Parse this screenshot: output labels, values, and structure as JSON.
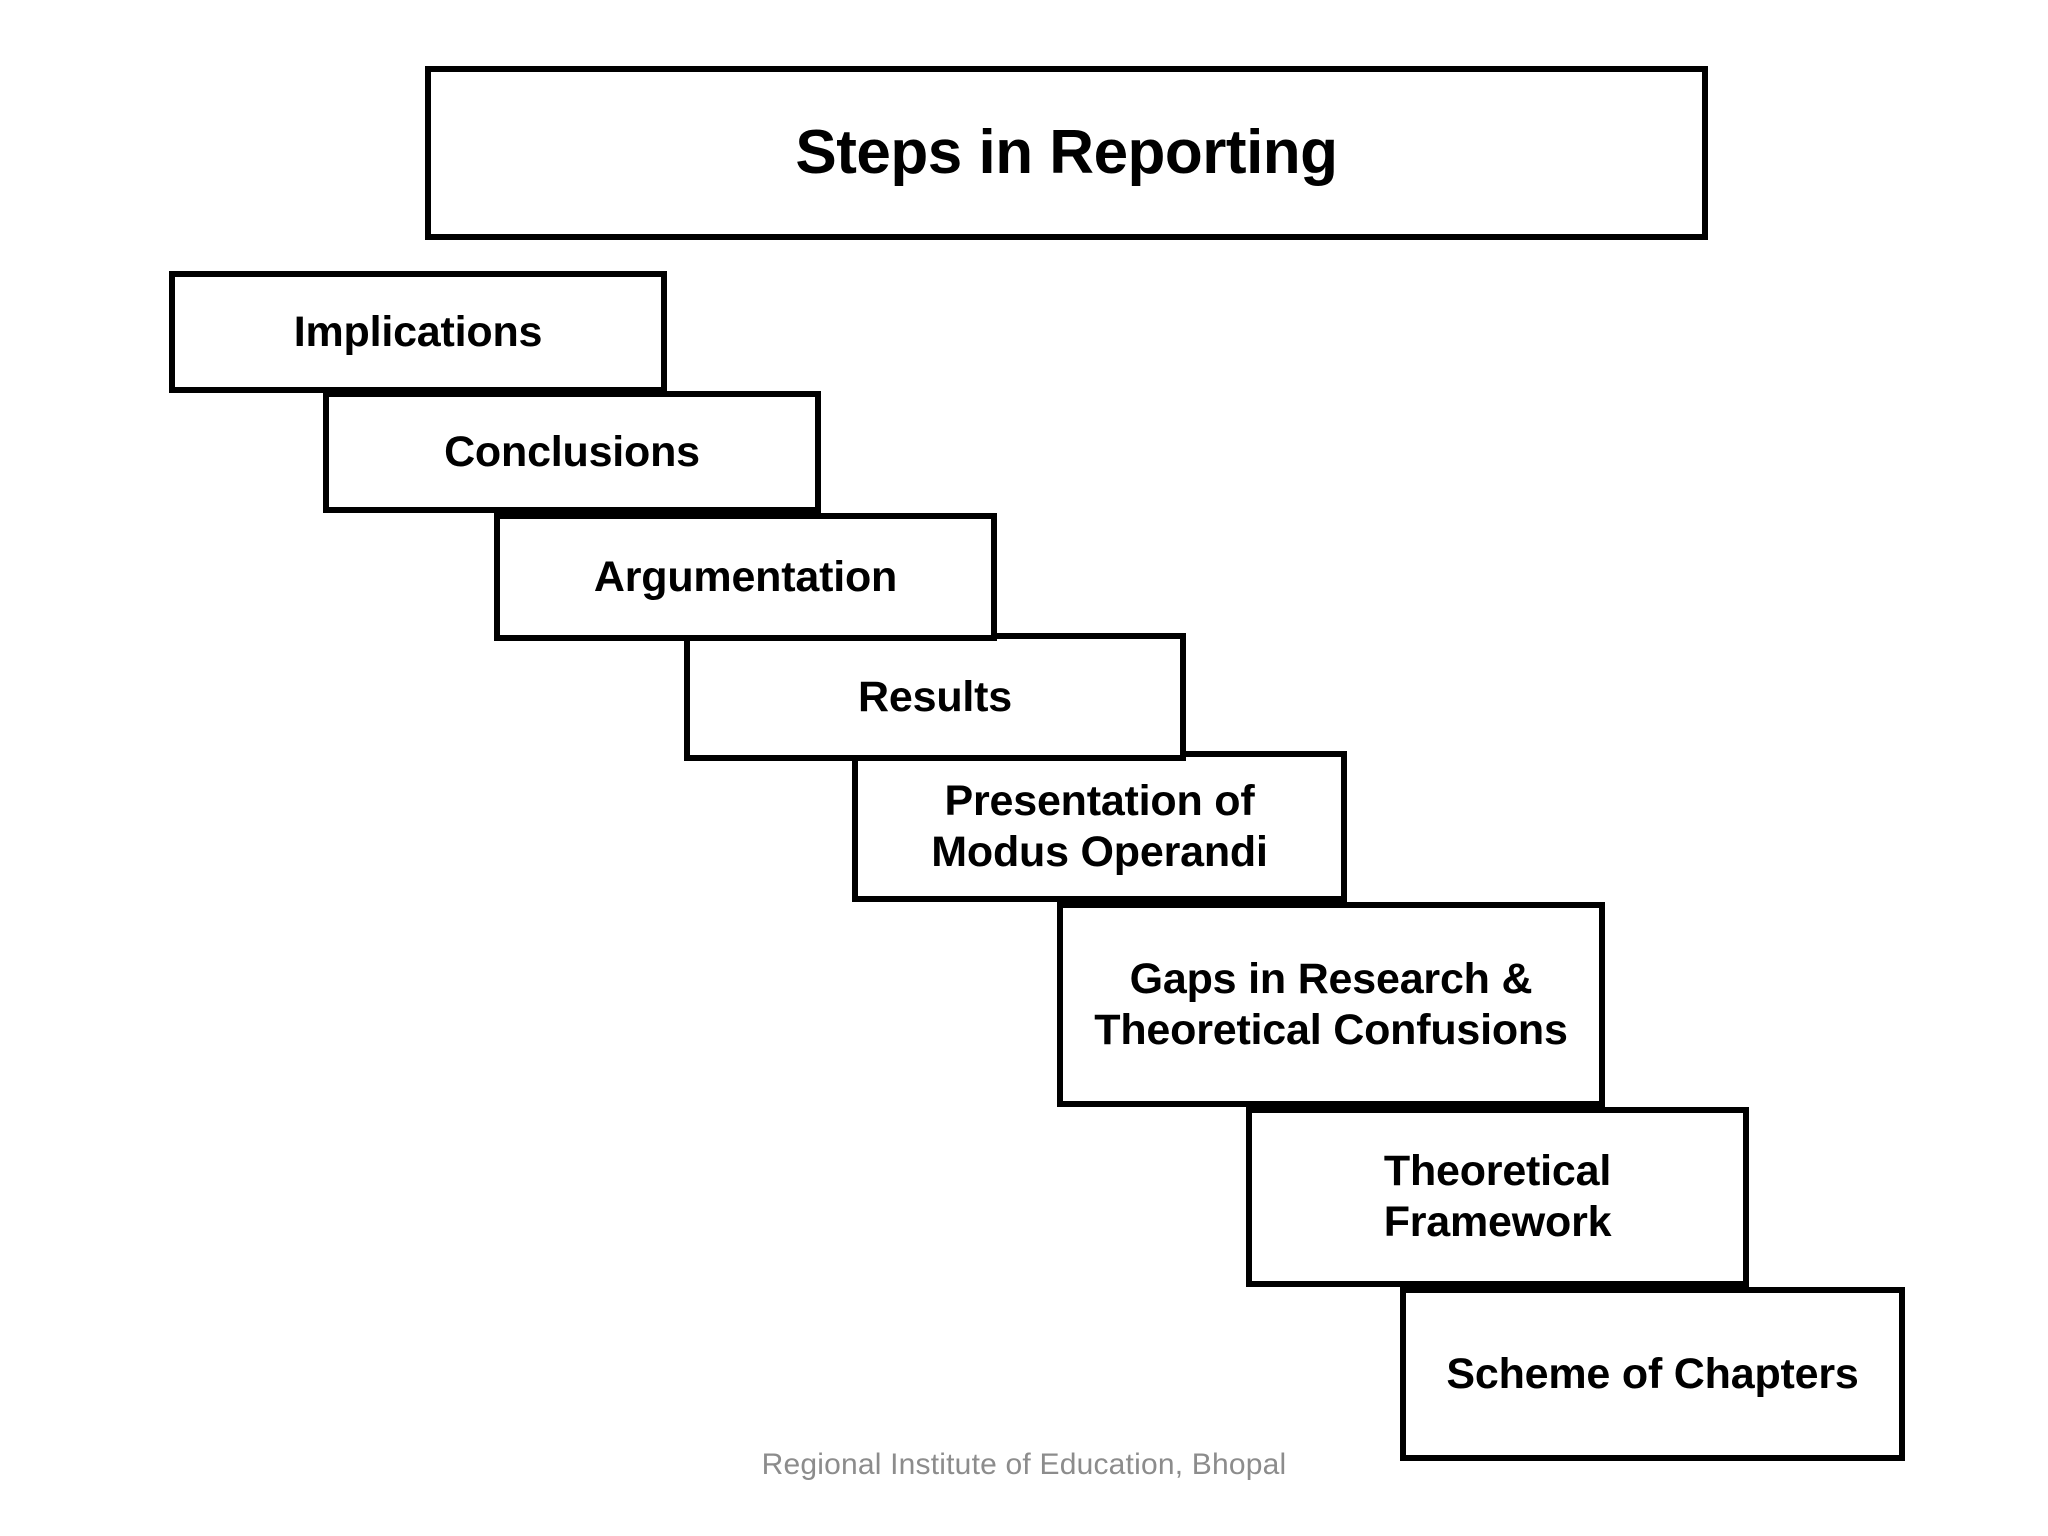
{
  "slide": {
    "background_color": "#ffffff",
    "border_color": "#000000",
    "footer_color": "#8c8c8c"
  },
  "title": {
    "text": "Steps in Reporting"
  },
  "steps": [
    {
      "label": "Implications"
    },
    {
      "label": "Conclusions"
    },
    {
      "label": "Argumentation"
    },
    {
      "label": "Results"
    },
    {
      "label": "Presentation of\nModus Operandi"
    },
    {
      "label": "Gaps in Research &\nTheoretical Confusions"
    },
    {
      "label": "Theoretical\nFramework"
    },
    {
      "label": "Scheme of Chapters"
    }
  ],
  "footer": {
    "text": "Regional Institute of Education, Bhopal"
  }
}
